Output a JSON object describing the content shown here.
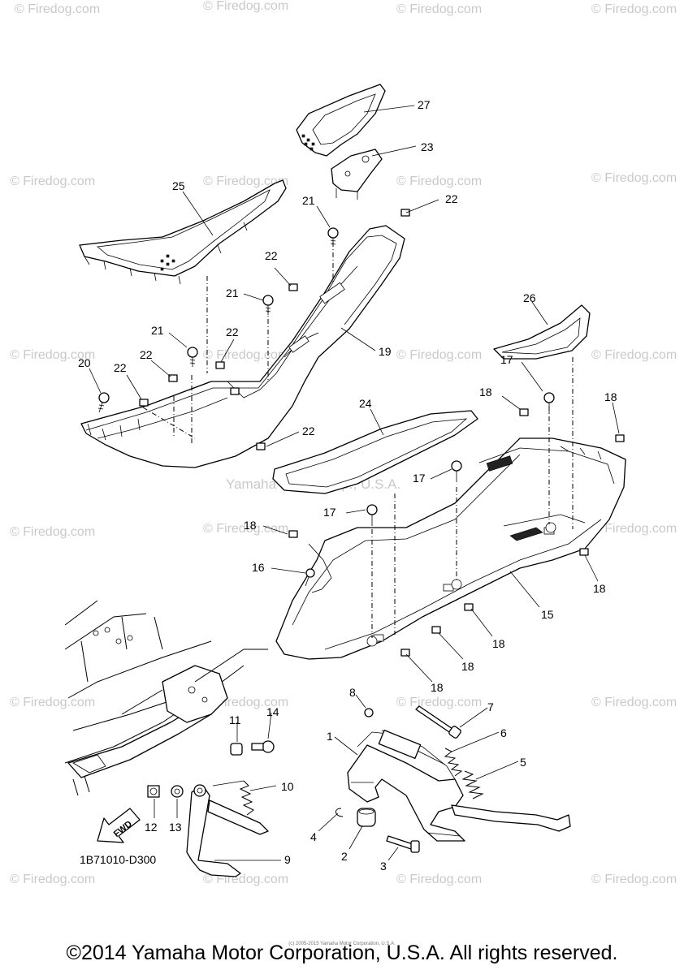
{
  "watermark": "© Firedog.com",
  "center_watermark": "Yamaha Motor Corp., U.S.A.",
  "diagram_code": "1B71010-D300",
  "fwd_label": "FWD",
  "copyright": "©2014 Yamaha Motor Corporation, U.S.A. All rights reserved.",
  "tiny_notice": "(c) 2005-2015 Yamaha Motor Corporation, U.S.A.",
  "callouts": {
    "p27": "27",
    "p23": "23",
    "p25": "25",
    "p21a": "21",
    "p22a": "22",
    "p22b": "22",
    "p21b": "21",
    "p26": "26",
    "p21c": "21",
    "p22c": "22",
    "p19": "19",
    "p20": "20",
    "p22d": "22",
    "p22e": "22",
    "p17a": "17",
    "p18a": "18",
    "p18b": "18",
    "p24": "24",
    "p22f": "22",
    "p17b": "17",
    "p17c": "17",
    "p18c": "18",
    "p16": "16",
    "p18d": "18",
    "p15": "15",
    "p18e": "18",
    "p18f": "18",
    "p18g": "18",
    "p8": "8",
    "p7": "7",
    "p11": "11",
    "p14": "14",
    "p1": "1",
    "p6": "6",
    "p5": "5",
    "p10": "10",
    "p4": "4",
    "p12": "12",
    "p13": "13",
    "p2": "2",
    "p9": "9",
    "p3": "3"
  }
}
